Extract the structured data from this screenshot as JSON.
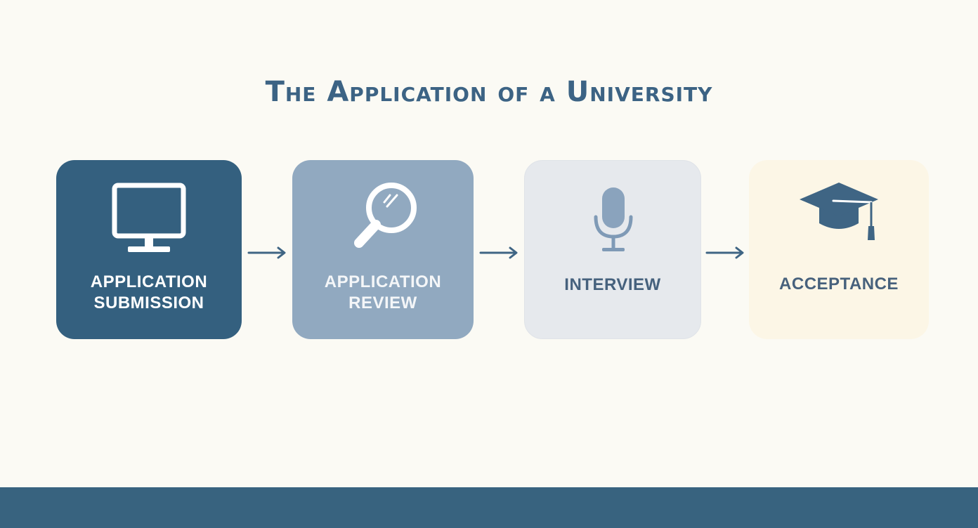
{
  "title": "The Application of a University",
  "steps": [
    {
      "lines": [
        "APPLICATION",
        "SUBMISSION"
      ],
      "icon": "monitor-icon"
    },
    {
      "lines": [
        "APPLICATION",
        "REVIEW"
      ],
      "icon": "magnifying-glass-icon"
    },
    {
      "lines": [
        "INTERVIEW"
      ],
      "icon": "microphone-icon"
    },
    {
      "lines": [
        "ACCEPTANCE"
      ],
      "icon": "graduation-cap-icon"
    }
  ],
  "colors": {
    "background": "#fbfaf4",
    "primary": "#34607f",
    "secondary": "#91a9c0",
    "tertiary": "#e6e9ed",
    "accent": "#fcf6e6",
    "title": "#3c6384"
  }
}
